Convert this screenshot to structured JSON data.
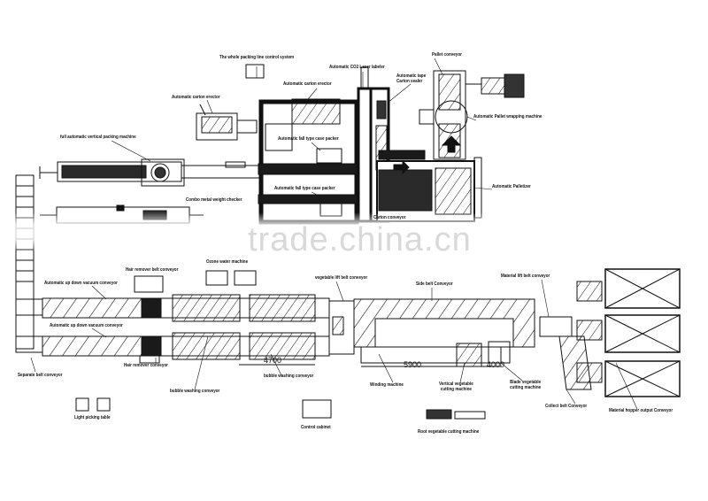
{
  "labels": {
    "control_system": "The whole packing line control system",
    "co2_laser": "Automatic CO2 Laser labeler",
    "pallet_conveyor": "Pallet conveyor",
    "carton_erector_top": "Automatic carton erector",
    "tape_sealer": "Automatic tape\nCarton sealer",
    "carton_erector_left": "Automatic carton erector",
    "pallet_wrapping": "Automatic Pallet wrapping machine",
    "vertical_packing": "full automatic vertical packing machine",
    "case_packer_1": "Automatic fall type case packer",
    "palletizer": "Automatic Palletizer",
    "metal_weight_checker": "Combo metal weight checker",
    "case_packer_2": "Automatic fall type case packer",
    "carton_conveyor": "Carton conveyor",
    "hair_remover_top": "Hair remover belt conveyor",
    "ozone_water": "Ozone water machine",
    "vacuum_conveyor_1": "Automatic up down vacuum conveyor",
    "veg_lift": "vegetable lift belt conveyor",
    "side_belt": "Side belt Conveyor",
    "material_lift": "Material lift belt conveyor",
    "vacuum_conveyor_2": "Automatic up down vacuum conveyor",
    "hair_remover_bottom": "Hair remover conveyor",
    "separate_belt": "Separate belt conveyor",
    "bubble_washing_1": "bubble washing conveyor",
    "bubble_washing_2": "bubble washing conveyor",
    "winding": "Winding machine",
    "vertical_cutting": "Vertical vegetable\ncutting machine",
    "blade_cutting": "Blade vegetable\ncutting machine",
    "collect_belt": "Collect belt Conveyor",
    "hopper_output": "Material hopper output Conveyor",
    "light_picking": "Light picking table",
    "control_cabinet": "Control cabinet",
    "root_cutting": "Root vegetable cutting machine"
  },
  "dimensions": {
    "d4700": "4700",
    "d5900": "5900",
    "d4000": "4000"
  },
  "watermark": "trade.china.cn"
}
